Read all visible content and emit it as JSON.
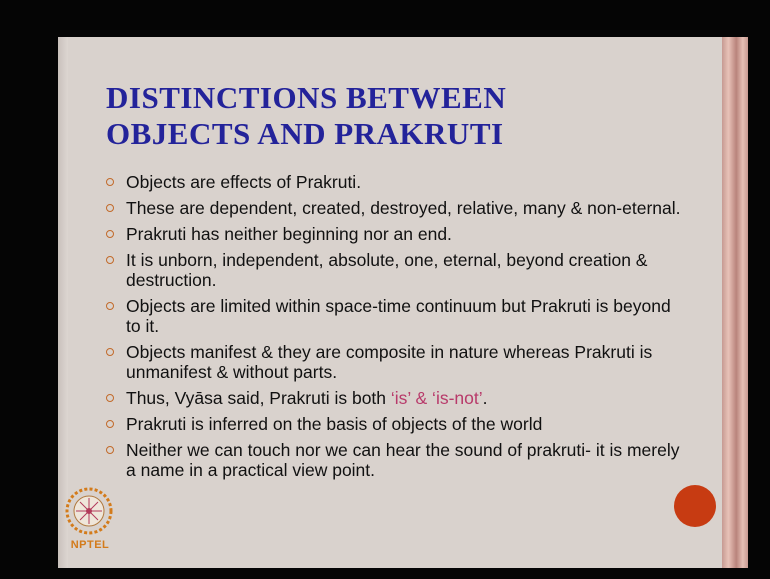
{
  "slide": {
    "title_line1": "DISTINCTIONS BETWEEN",
    "title_line2": "OBJECTS AND PRAKRUTI",
    "points": [
      {
        "text": "Objects are effects of Prakruti."
      },
      {
        "text": "These are dependent, created, destroyed, relative, many & non-eternal."
      },
      {
        "text": "Prakruti has neither beginning nor an end."
      },
      {
        "text": "It is unborn, independent, absolute, one, eternal, beyond creation & destruction."
      },
      {
        "text": "Objects are limited within space-time continuum but Prakruti is beyond to it."
      },
      {
        "text": "Objects manifest & they are composite in nature whereas Prakruti is unmanifest & without parts."
      },
      {
        "text": "Thus, Vyāsa said, Prakruti is both ",
        "highlight": "‘is’ & ‘is-not’",
        "suffix": "."
      },
      {
        "text": "Prakruti is inferred on the basis of objects of the world"
      },
      {
        "text": "Neither we can touch nor we can hear the sound of prakruti- it is merely a name in a practical view point."
      }
    ]
  },
  "logo": {
    "label": "NPTEL",
    "icon": "nptel-wheel-icon"
  },
  "colors": {
    "title": "#23239a",
    "highlight": "#b83a6a",
    "bullet": "#c26a2a",
    "dot": "#c73b12",
    "background": "#d9d2cd"
  }
}
